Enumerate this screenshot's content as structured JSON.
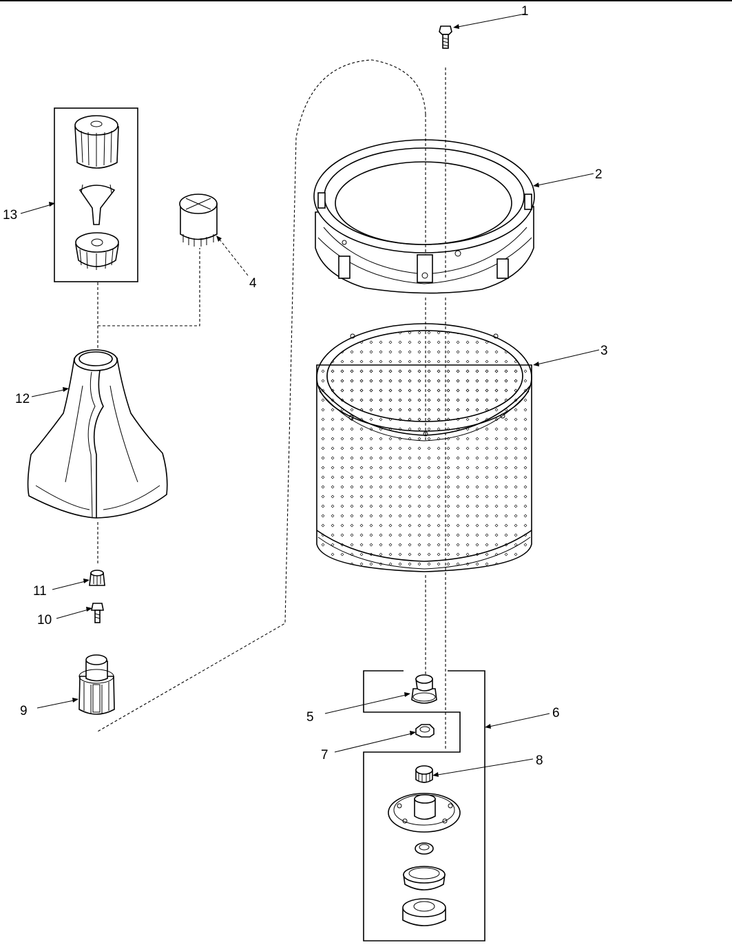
{
  "callouts": [
    {
      "id": "1",
      "part": "screw"
    },
    {
      "id": "2",
      "part": "balance-ring"
    },
    {
      "id": "3",
      "part": "spin-basket"
    },
    {
      "id": "4",
      "part": "agitator-cap"
    },
    {
      "id": "5",
      "part": "hub-seal"
    },
    {
      "id": "6",
      "part": "hub-kit-bracket"
    },
    {
      "id": "7",
      "part": "spanner-nut"
    },
    {
      "id": "8",
      "part": "bushing"
    },
    {
      "id": "9",
      "part": "agitator-drive-cam"
    },
    {
      "id": "10",
      "part": "agitator-bolt"
    },
    {
      "id": "11",
      "part": "drive-block"
    },
    {
      "id": "12",
      "part": "agitator"
    },
    {
      "id": "13",
      "part": "agitator-auger-kit"
    }
  ],
  "colors": {
    "line": "#000000",
    "background": "#ffffff"
  }
}
